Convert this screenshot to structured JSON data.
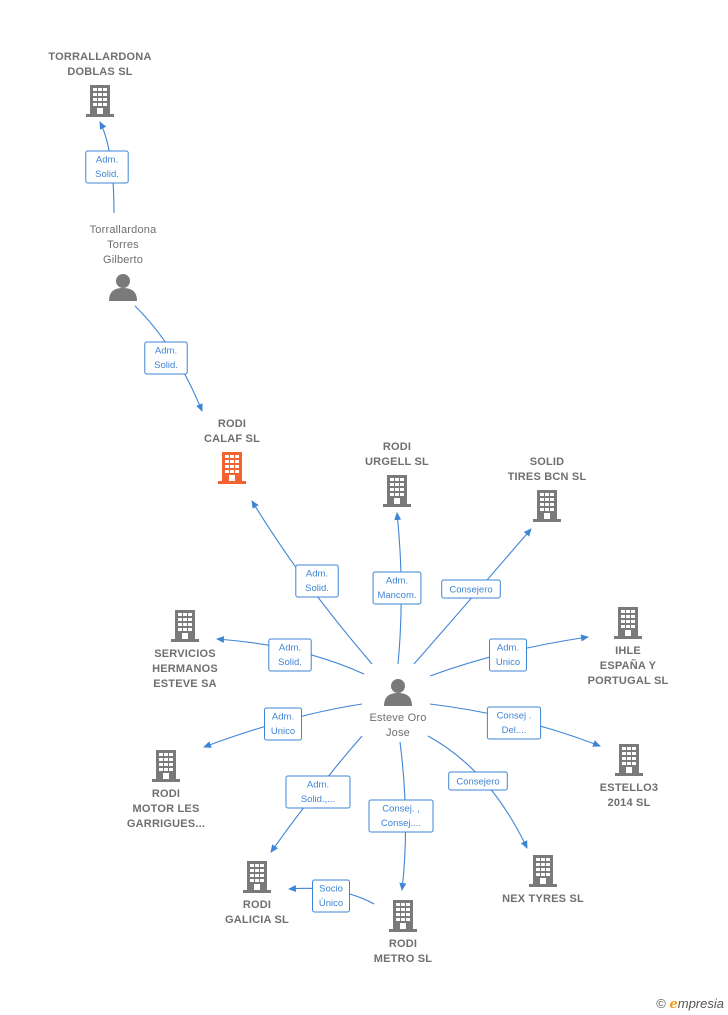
{
  "colors": {
    "edge": "#3f85d6",
    "company": "#7a7a7a",
    "highlight": "#f2622e",
    "person": "#7a7a7a",
    "text": "#6f6f6f",
    "brand_accent": "#f39a1e"
  },
  "nodes": [
    {
      "id": "torrallardona_doblas",
      "type": "company",
      "lines": [
        "TORRALLARDONA",
        "DOBLAS  SL"
      ]
    },
    {
      "id": "torrallardona_torres",
      "type": "person",
      "lines": [
        "Torrallardona",
        "Torres",
        "Gilberto"
      ]
    },
    {
      "id": "rodi_calaf",
      "type": "company",
      "highlight": true,
      "lines": [
        "RODI",
        "CALAF  SL"
      ]
    },
    {
      "id": "rodi_urgell",
      "type": "company",
      "lines": [
        "RODI",
        "URGELL  SL"
      ]
    },
    {
      "id": "solid_tires",
      "type": "company",
      "lines": [
        "SOLID",
        "TIRES BCN SL"
      ]
    },
    {
      "id": "servicios_hermanos",
      "type": "company",
      "lines": [
        "SERVICIOS",
        "HERMANOS",
        "ESTEVE SA"
      ]
    },
    {
      "id": "ihle",
      "type": "company",
      "lines": [
        "IHLE",
        "ESPAÑA Y",
        "PORTUGAL SL"
      ]
    },
    {
      "id": "esteve_oro",
      "type": "person",
      "lines": [
        "Esteve Oro",
        "Jose"
      ]
    },
    {
      "id": "rodi_motor",
      "type": "company",
      "lines": [
        "RODI",
        "MOTOR LES",
        "GARRIGUES..."
      ]
    },
    {
      "id": "estello3",
      "type": "company",
      "lines": [
        "ESTELLO3",
        "2014  SL"
      ]
    },
    {
      "id": "nex_tyres",
      "type": "company",
      "lines": [
        "NEX TYRES  SL"
      ]
    },
    {
      "id": "rodi_galicia",
      "type": "company",
      "lines": [
        "RODI",
        "GALICIA  SL"
      ]
    },
    {
      "id": "rodi_metro",
      "type": "company",
      "lines": [
        "RODI",
        "METRO SL"
      ]
    }
  ],
  "edges": [
    {
      "id": "e1",
      "from": "torrallardona_torres",
      "to": "torrallardona_doblas",
      "label": [
        "Adm.",
        "Solid."
      ]
    },
    {
      "id": "e2",
      "from": "torrallardona_torres",
      "to": "rodi_calaf",
      "label": [
        "Adm.",
        "Solid."
      ]
    },
    {
      "id": "e3",
      "from": "esteve_oro",
      "to": "rodi_calaf",
      "label": [
        "Adm.",
        "Solid."
      ]
    },
    {
      "id": "e4",
      "from": "esteve_oro",
      "to": "rodi_urgell",
      "label": [
        "Adm.",
        "Mancom."
      ]
    },
    {
      "id": "e5",
      "from": "esteve_oro",
      "to": "solid_tires",
      "label": [
        "Consejero"
      ]
    },
    {
      "id": "e6",
      "from": "esteve_oro",
      "to": "servicios_hermanos",
      "label": [
        "Adm.",
        "Solid."
      ]
    },
    {
      "id": "e7",
      "from": "esteve_oro",
      "to": "ihle",
      "label": [
        "Adm.",
        "Unico"
      ]
    },
    {
      "id": "e8",
      "from": "esteve_oro",
      "to": "rodi_motor",
      "label": [
        "Adm.",
        "Unico"
      ]
    },
    {
      "id": "e9",
      "from": "esteve_oro",
      "to": "estello3",
      "label": [
        "Consej .",
        "Del...."
      ]
    },
    {
      "id": "e10",
      "from": "esteve_oro",
      "to": "nex_tyres",
      "label": [
        "Consejero"
      ]
    },
    {
      "id": "e11",
      "from": "esteve_oro",
      "to": "rodi_galicia",
      "label": [
        "Adm.",
        "Solid.,..."
      ]
    },
    {
      "id": "e12",
      "from": "esteve_oro",
      "to": "rodi_metro",
      "label": [
        "Consej. ,",
        "Consej...."
      ]
    },
    {
      "id": "e13",
      "from": "rodi_metro",
      "to": "rodi_galicia",
      "label": [
        "Socio",
        "Único"
      ]
    }
  ],
  "footer": {
    "copyright_symbol": "©",
    "brand_initial": "e",
    "brand_rest": "mpresia"
  }
}
